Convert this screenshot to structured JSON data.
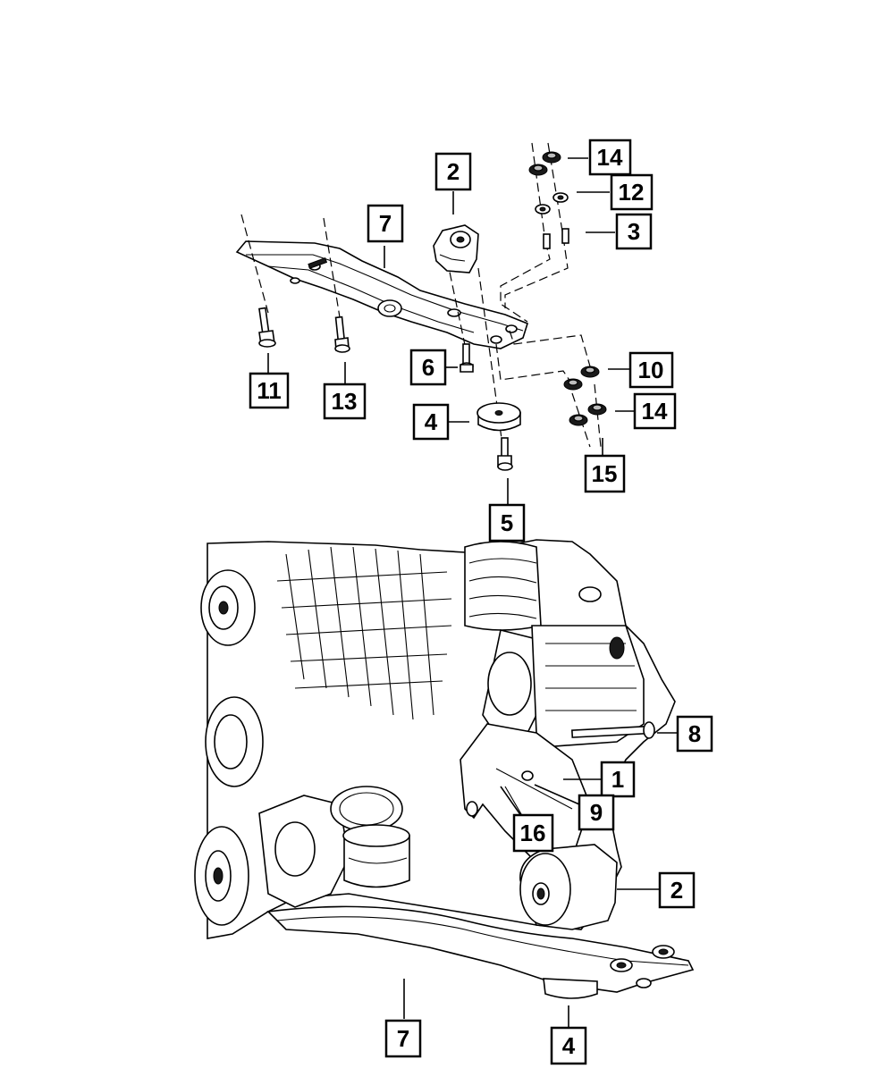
{
  "callouts": [
    {
      "id": "c2-top",
      "label": "2"
    },
    {
      "id": "c14-top",
      "label": "14"
    },
    {
      "id": "c12",
      "label": "12"
    },
    {
      "id": "c3",
      "label": "3"
    },
    {
      "id": "c7-top",
      "label": "7"
    },
    {
      "id": "c11",
      "label": "11"
    },
    {
      "id": "c13",
      "label": "13"
    },
    {
      "id": "c6",
      "label": "6"
    },
    {
      "id": "c10",
      "label": "10"
    },
    {
      "id": "c14-mid",
      "label": "14"
    },
    {
      "id": "c4-top",
      "label": "4"
    },
    {
      "id": "c15",
      "label": "15"
    },
    {
      "id": "c5",
      "label": "5"
    },
    {
      "id": "c8",
      "label": "8"
    },
    {
      "id": "c1",
      "label": "1"
    },
    {
      "id": "c9",
      "label": "9"
    },
    {
      "id": "c16",
      "label": "16"
    },
    {
      "id": "c2-bot",
      "label": "2"
    },
    {
      "id": "c7-bot",
      "label": "7"
    },
    {
      "id": "c4-bot",
      "label": "4"
    }
  ]
}
